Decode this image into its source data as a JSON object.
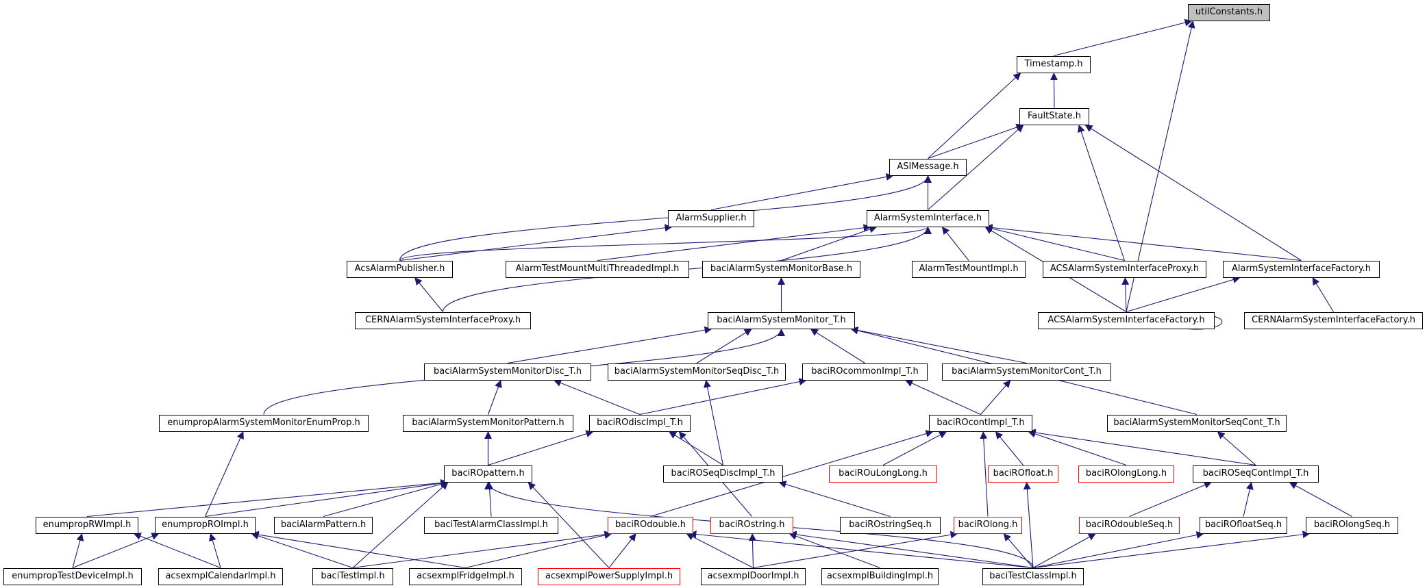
{
  "diagram": {
    "nodes": [
      {
        "id": "utilConstants",
        "label": "utilConstants.h",
        "style": "root"
      },
      {
        "id": "Timestamp",
        "label": "Timestamp.h",
        "style": "normal"
      },
      {
        "id": "FaultState",
        "label": "FaultState.h",
        "style": "normal"
      },
      {
        "id": "ASIMessage",
        "label": "ASIMessage.h",
        "style": "normal"
      },
      {
        "id": "AlarmSupplier",
        "label": "AlarmSupplier.h",
        "style": "normal"
      },
      {
        "id": "AlarmSystemInterface",
        "label": "AlarmSystemInterface.h",
        "style": "normal"
      },
      {
        "id": "AcsAlarmPublisher",
        "label": "AcsAlarmPublisher.h",
        "style": "normal"
      },
      {
        "id": "AlarmTestMountMultiThreadedImpl",
        "label": "AlarmTestMountMultiThreadedImpl.h",
        "style": "normal"
      },
      {
        "id": "baciAlarmSystemMonitorBase",
        "label": "baciAlarmSystemMonitorBase.h",
        "style": "normal"
      },
      {
        "id": "AlarmTestMountImpl",
        "label": "AlarmTestMountImpl.h",
        "style": "normal"
      },
      {
        "id": "ACSAlarmSystemInterfaceProxy",
        "label": "ACSAlarmSystemInterfaceProxy.h",
        "style": "normal"
      },
      {
        "id": "AlarmSystemInterfaceFactory",
        "label": "AlarmSystemInterfaceFactory.h",
        "style": "normal"
      },
      {
        "id": "CERNAlarmSystemInterfaceProxy",
        "label": "CERNAlarmSystemInterfaceProxy.h",
        "style": "normal"
      },
      {
        "id": "baciAlarmSystemMonitor_T",
        "label": "baciAlarmSystemMonitor_T.h",
        "style": "normal"
      },
      {
        "id": "ACSAlarmSystemInterfaceFactory",
        "label": "ACSAlarmSystemInterfaceFactory.h",
        "style": "normal"
      },
      {
        "id": "CERNAlarmSystemInterfaceFactory",
        "label": "CERNAlarmSystemInterfaceFactory.h",
        "style": "normal"
      },
      {
        "id": "baciAlarmSystemMonitorDisc_T",
        "label": "baciAlarmSystemMonitorDisc_T.h",
        "style": "normal"
      },
      {
        "id": "baciAlarmSystemMonitorSeqDisc_T",
        "label": "baciAlarmSystemMonitorSeqDisc_T.h",
        "style": "normal"
      },
      {
        "id": "baciROcommonImpl_T",
        "label": "baciROcommonImpl_T.h",
        "style": "normal"
      },
      {
        "id": "baciAlarmSystemMonitorCont_T",
        "label": "baciAlarmSystemMonitorCont_T.h",
        "style": "normal"
      },
      {
        "id": "enumpropAlarmSystemMonitorEnumProp",
        "label": "enumpropAlarmSystemMonitorEnumProp.h",
        "style": "normal"
      },
      {
        "id": "baciAlarmSystemMonitorPattern",
        "label": "baciAlarmSystemMonitorPattern.h",
        "style": "normal"
      },
      {
        "id": "baciROdiscImpl_T",
        "label": "baciROdiscImpl_T.h",
        "style": "normal"
      },
      {
        "id": "baciROcontImpl_T",
        "label": "baciROcontImpl_T.h",
        "style": "normal"
      },
      {
        "id": "baciAlarmSystemMonitorSeqCont_T",
        "label": "baciAlarmSystemMonitorSeqCont_T.h",
        "style": "normal"
      },
      {
        "id": "baciROpattern",
        "label": "baciROpattern.h",
        "style": "normal"
      },
      {
        "id": "baciROSeqDiscImpl_T",
        "label": "baciROSeqDiscImpl_T.h",
        "style": "normal"
      },
      {
        "id": "baciROuLongLong",
        "label": "baciROuLongLong.h",
        "style": "red"
      },
      {
        "id": "baciROfloat",
        "label": "baciROfloat.h",
        "style": "red"
      },
      {
        "id": "baciROlongLong",
        "label": "baciROlongLong.h",
        "style": "red"
      },
      {
        "id": "baciROSeqContImpl_T",
        "label": "baciROSeqContImpl_T.h",
        "style": "normal"
      },
      {
        "id": "enumpropRWImpl",
        "label": "enumpropRWImpl.h",
        "style": "normal"
      },
      {
        "id": "enumpropROImpl",
        "label": "enumpropROImpl.h",
        "style": "normal"
      },
      {
        "id": "baciAlarmPattern",
        "label": "baciAlarmPattern.h",
        "style": "normal"
      },
      {
        "id": "baciTestAlarmClassImpl",
        "label": "baciTestAlarmClassImpl.h",
        "style": "normal"
      },
      {
        "id": "baciROdouble",
        "label": "baciROdouble.h",
        "style": "red"
      },
      {
        "id": "baciROstring",
        "label": "baciROstring.h",
        "style": "red"
      },
      {
        "id": "baciROstringSeq",
        "label": "baciROstringSeq.h",
        "style": "normal"
      },
      {
        "id": "baciROlong",
        "label": "baciROlong.h",
        "style": "red"
      },
      {
        "id": "baciROdoubleSeq",
        "label": "baciROdoubleSeq.h",
        "style": "red"
      },
      {
        "id": "baciROfloatSeq",
        "label": "baciROfloatSeq.h",
        "style": "normal"
      },
      {
        "id": "baciROlongSeq",
        "label": "baciROlongSeq.h",
        "style": "normal"
      },
      {
        "id": "enumpropTestDeviceImpl",
        "label": "enumpropTestDeviceImpl.h",
        "style": "normal"
      },
      {
        "id": "acsexmplCalendarImpl",
        "label": "acsexmplCalendarImpl.h",
        "style": "normal"
      },
      {
        "id": "baciTestImpl",
        "label": "baciTestImpl.h",
        "style": "normal"
      },
      {
        "id": "acsexmplFridgeImpl",
        "label": "acsexmplFridgeImpl.h",
        "style": "normal"
      },
      {
        "id": "acsexmplPowerSupplyImpl",
        "label": "acsexmplPowerSupplyImpl.h",
        "style": "red"
      },
      {
        "id": "acsexmplDoorImpl",
        "label": "acsexmplDoorImpl.h",
        "style": "normal"
      },
      {
        "id": "acsexmplBuildingImpl",
        "label": "acsexmplBuildingImpl.h",
        "style": "normal"
      },
      {
        "id": "baciTestClassImpl",
        "label": "baciTestClassImpl.h",
        "style": "normal"
      }
    ],
    "edges": [
      [
        "Timestamp",
        "utilConstants"
      ],
      [
        "ACSAlarmSystemInterfaceFactory",
        "utilConstants"
      ],
      [
        "FaultState",
        "Timestamp"
      ],
      [
        "ASIMessage",
        "Timestamp"
      ],
      [
        "ASIMessage",
        "FaultState"
      ],
      [
        "AlarmSystemInterface",
        "FaultState"
      ],
      [
        "ACSAlarmSystemInterfaceProxy",
        "FaultState"
      ],
      [
        "AlarmSystemInterfaceFactory",
        "FaultState"
      ],
      [
        "AlarmSupplier",
        "ASIMessage"
      ],
      [
        "AlarmSystemInterface",
        "ASIMessage"
      ],
      [
        "AcsAlarmPublisher",
        "ASIMessage"
      ],
      [
        "AcsAlarmPublisher",
        "AlarmSupplier"
      ],
      [
        "AcsAlarmPublisher",
        "AlarmSystemInterface"
      ],
      [
        "CERNAlarmSystemInterfaceProxy",
        "AlarmSystemInterface"
      ],
      [
        "AlarmTestMountMultiThreadedImpl",
        "AlarmSystemInterface"
      ],
      [
        "baciAlarmSystemMonitorBase",
        "AlarmSystemInterface"
      ],
      [
        "AlarmTestMountImpl",
        "AlarmSystemInterface"
      ],
      [
        "ACSAlarmSystemInterfaceProxy",
        "AlarmSystemInterface"
      ],
      [
        "AlarmSystemInterfaceFactory",
        "AlarmSystemInterface"
      ],
      [
        "ACSAlarmSystemInterfaceFactory",
        "AlarmSystemInterface"
      ],
      [
        "CERNAlarmSystemInterfaceProxy",
        "AcsAlarmPublisher"
      ],
      [
        "ACSAlarmSystemInterfaceFactory",
        "ACSAlarmSystemInterfaceProxy"
      ],
      [
        "ACSAlarmSystemInterfaceFactory",
        "AlarmSystemInterfaceFactory"
      ],
      [
        "CERNAlarmSystemInterfaceFactory",
        "AlarmSystemInterfaceFactory"
      ],
      [
        "ACSAlarmSystemInterfaceFactory",
        "ACSAlarmSystemInterfaceFactory"
      ],
      [
        "baciAlarmSystemMonitor_T",
        "baciAlarmSystemMonitorBase"
      ],
      [
        "enumpropAlarmSystemMonitorEnumProp",
        "baciAlarmSystemMonitor_T"
      ],
      [
        "baciAlarmSystemMonitorDisc_T",
        "baciAlarmSystemMonitor_T"
      ],
      [
        "baciAlarmSystemMonitorSeqDisc_T",
        "baciAlarmSystemMonitor_T"
      ],
      [
        "baciROcommonImpl_T",
        "baciAlarmSystemMonitor_T"
      ],
      [
        "baciAlarmSystemMonitorCont_T",
        "baciAlarmSystemMonitor_T"
      ],
      [
        "baciAlarmSystemMonitorSeqCont_T",
        "baciAlarmSystemMonitor_T"
      ],
      [
        "baciAlarmSystemMonitorPattern",
        "baciAlarmSystemMonitorDisc_T"
      ],
      [
        "baciROdiscImpl_T",
        "baciAlarmSystemMonitorDisc_T"
      ],
      [
        "baciROSeqDiscImpl_T",
        "baciAlarmSystemMonitorSeqDisc_T"
      ],
      [
        "baciROdiscImpl_T",
        "baciROcommonImpl_T"
      ],
      [
        "baciROcontImpl_T",
        "baciROcommonImpl_T"
      ],
      [
        "baciROcontImpl_T",
        "baciAlarmSystemMonitorCont_T"
      ],
      [
        "enumpropROImpl",
        "enumpropAlarmSystemMonitorEnumProp"
      ],
      [
        "baciROpattern",
        "baciAlarmSystemMonitorPattern"
      ],
      [
        "baciAlarmSystemMonitorPattern",
        "baciROpattern"
      ],
      [
        "baciROpattern",
        "baciROdiscImpl_T"
      ],
      [
        "baciROSeqDiscImpl_T",
        "baciROdiscImpl_T"
      ],
      [
        "baciROstring",
        "baciROdiscImpl_T"
      ],
      [
        "baciROuLongLong",
        "baciROcontImpl_T"
      ],
      [
        "baciROfloat",
        "baciROcontImpl_T"
      ],
      [
        "baciROlongLong",
        "baciROcontImpl_T"
      ],
      [
        "baciROSeqContImpl_T",
        "baciROcontImpl_T"
      ],
      [
        "baciROdouble",
        "baciROcontImpl_T"
      ],
      [
        "baciROlong",
        "baciROcontImpl_T"
      ],
      [
        "baciROSeqContImpl_T",
        "baciAlarmSystemMonitorSeqCont_T"
      ],
      [
        "enumpropRWImpl",
        "baciROpattern"
      ],
      [
        "enumpropROImpl",
        "baciROpattern"
      ],
      [
        "baciAlarmPattern",
        "baciROpattern"
      ],
      [
        "baciTestAlarmClassImpl",
        "baciROpattern"
      ],
      [
        "baciTestImpl",
        "baciROpattern"
      ],
      [
        "acsexmplPowerSupplyImpl",
        "baciROpattern"
      ],
      [
        "baciTestClassImpl",
        "baciROpattern"
      ],
      [
        "baciROstringSeq",
        "baciROSeqDiscImpl_T"
      ],
      [
        "baciTestClassImpl",
        "baciROfloat"
      ],
      [
        "baciROdoubleSeq",
        "baciROSeqContImpl_T"
      ],
      [
        "baciROfloatSeq",
        "baciROSeqContImpl_T"
      ],
      [
        "baciROlongSeq",
        "baciROSeqContImpl_T"
      ],
      [
        "enumpropTestDeviceImpl",
        "enumpropRWImpl"
      ],
      [
        "acsexmplCalendarImpl",
        "enumpropRWImpl"
      ],
      [
        "enumpropTestDeviceImpl",
        "enumpropROImpl"
      ],
      [
        "acsexmplCalendarImpl",
        "enumpropROImpl"
      ],
      [
        "baciTestImpl",
        "enumpropROImpl"
      ],
      [
        "acsexmplFridgeImpl",
        "enumpropROImpl"
      ],
      [
        "baciTestImpl",
        "baciROdouble"
      ],
      [
        "acsexmplFridgeImpl",
        "baciROdouble"
      ],
      [
        "acsexmplPowerSupplyImpl",
        "baciROdouble"
      ],
      [
        "acsexmplDoorImpl",
        "baciROdouble"
      ],
      [
        "baciTestClassImpl",
        "baciROdouble"
      ],
      [
        "acsexmplDoorImpl",
        "baciROstring"
      ],
      [
        "acsexmplBuildingImpl",
        "baciROstring"
      ],
      [
        "baciTestClassImpl",
        "baciROstring"
      ],
      [
        "acsexmplDoorImpl",
        "baciROlong"
      ],
      [
        "baciTestClassImpl",
        "baciROlong"
      ],
      [
        "baciTestClassImpl",
        "baciROdoubleSeq"
      ],
      [
        "baciTestClassImpl",
        "baciROfloatSeq"
      ],
      [
        "baciTestClassImpl",
        "baciROlongSeq"
      ]
    ]
  }
}
